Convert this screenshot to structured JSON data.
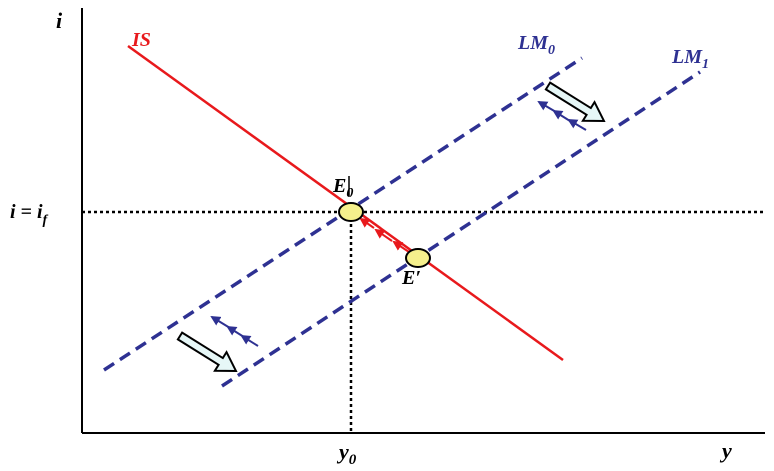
{
  "labels": {
    "y_axis": "i",
    "x_axis": "y",
    "is_curve": "IS",
    "lm0": {
      "base": "LM",
      "sub": "0"
    },
    "lm1": {
      "base": "LM",
      "sub": "1"
    },
    "rate_line": {
      "base": "i = i",
      "sub": "f"
    },
    "eq0": {
      "base": "E",
      "sub": "0"
    },
    "eq_prime": "E′",
    "y0": {
      "base": "y",
      "sub": "0"
    }
  },
  "colors": {
    "is_curve": "#e8191c",
    "lm_curves": "#2e3192",
    "axes": "#000000",
    "equilibrium_marker": "#f5f08c",
    "shift_arrow_fill": "#e6f7f7"
  }
}
